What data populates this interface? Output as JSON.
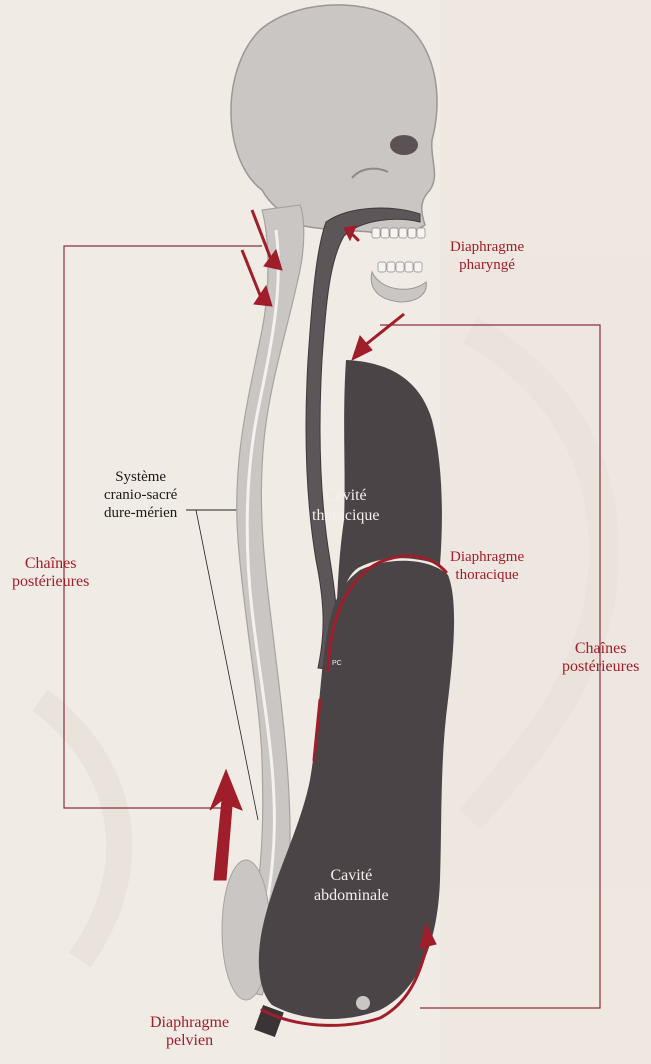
{
  "labels": {
    "diaphragme_pharynge": [
      "Diaphragme",
      "pharyngé"
    ],
    "systeme_cranio_sacre": [
      "Système",
      "cranio-sacré",
      "dure-mérien"
    ],
    "chaines_posterieures_left": [
      "Chaînes",
      "postérieures"
    ],
    "chaines_posterieures_right": [
      "Chaînes",
      "postérieures"
    ],
    "cavite_thoracique": [
      "Cavité",
      "thoracique"
    ],
    "diaphragme_thoracique": [
      "Diaphragme",
      "thoracique"
    ],
    "pc": "PC",
    "cavite_abdominale": [
      "Cavité",
      "abdominale"
    ],
    "diaphragme_pelvien": [
      "Diaphragme",
      "pelvien"
    ]
  },
  "colors": {
    "background": "#f1ebe5",
    "skull_and_spine": "#c9c6c4",
    "cavity": "#4b4447",
    "airway": "#5c5658",
    "accent_red": "#a01d2a",
    "frame_line": "#8a3040"
  }
}
